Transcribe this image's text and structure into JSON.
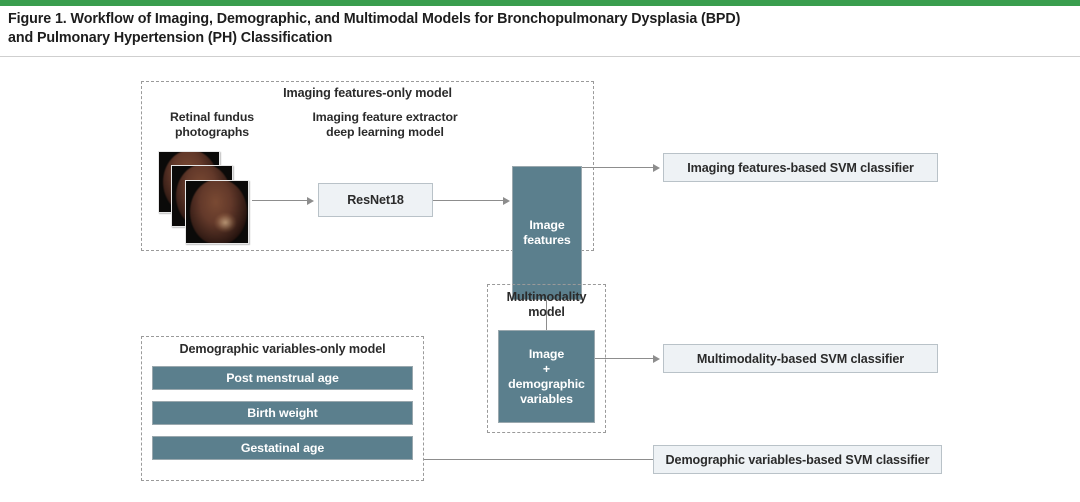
{
  "accent_green": "#3a9e4e",
  "teal": "#5b7f8d",
  "light_box_fill": "#eef2f5",
  "caption": {
    "line1": "Figure 1. Workflow of Imaging, Demographic, and Multimodal Models for Bronchopulmonary Dysplasia (BPD)",
    "line2": "and Pulmonary Hypertension (PH) Classification"
  },
  "imaging_group": {
    "title": "Imaging features-only model",
    "input_label_line1": "Retinal fundus",
    "input_label_line2": "photographs",
    "extractor_label_line1": "Imaging feature extractor",
    "extractor_label_line2": "deep learning model",
    "model_box": "ResNet18",
    "output_box_line1": "Image",
    "output_box_line2": "features",
    "photo_count": 3
  },
  "multimodality_group": {
    "title_line1": "Multimodality",
    "title_line2": "model",
    "box_line1": "Image",
    "box_line2": "+",
    "box_line3": "demographic",
    "box_line4": "variables"
  },
  "demographic_group": {
    "title": "Demographic variables-only model",
    "variables": [
      "Post menstrual age",
      "Birth weight",
      "Gestatinal age"
    ]
  },
  "classifiers": [
    "Imaging features-based SVM classifier",
    "Multimodality-based SVM classifier",
    "Demographic variables-based SVM classifier"
  ]
}
